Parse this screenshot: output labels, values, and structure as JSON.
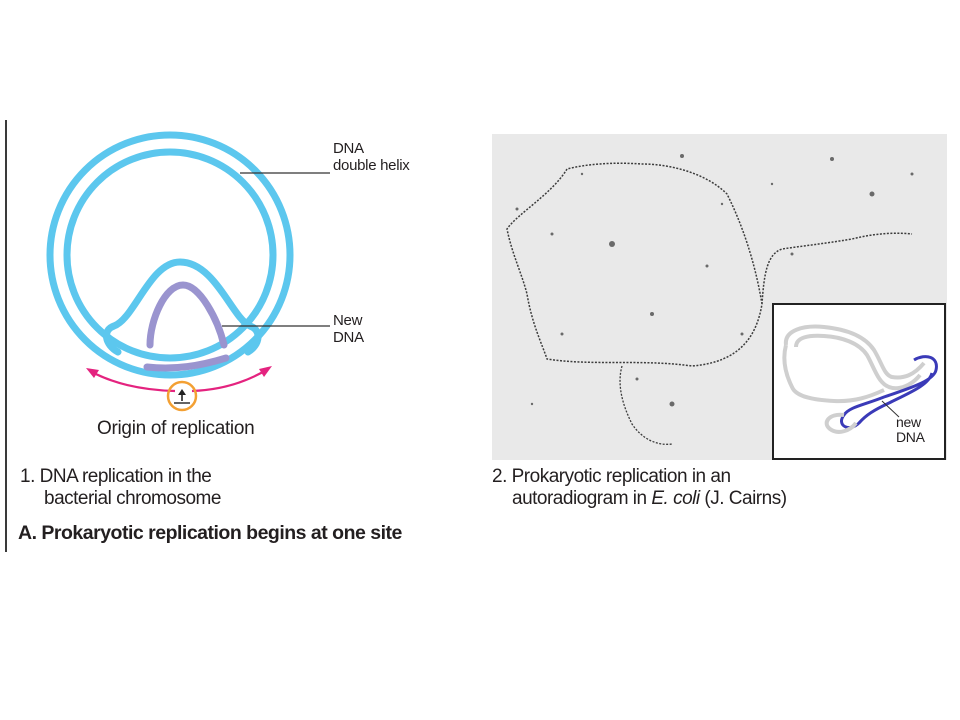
{
  "labels": {
    "dna_double_helix_line1": "DNA",
    "dna_double_helix_line2": "double helix",
    "new_dna_line1": "New",
    "new_dna_line2": "DNA",
    "origin": "Origin of replication",
    "inset_new": "new",
    "inset_dna": "DNA"
  },
  "captions": {
    "panel1_line1": "1.  DNA replication in the",
    "panel1_line2": "bacterial chromosome",
    "panel2_line1": "2. Prokaryotic replication in an",
    "panel2_line2_a": "autoradiogram in ",
    "panel2_line2_italic": "E. coli",
    "panel2_line2_b": " (J. Cairns)",
    "figure_title": "A. Prokaryotic replication begins at one site"
  },
  "colors": {
    "helix": "#5cc7ee",
    "new_strand": "#9a94cf",
    "arrows": "#e4237f",
    "origin_circle": "#f3a033",
    "inset_new_dna": "#3a3ab8",
    "inset_old_dna": "#cfcfcf"
  }
}
